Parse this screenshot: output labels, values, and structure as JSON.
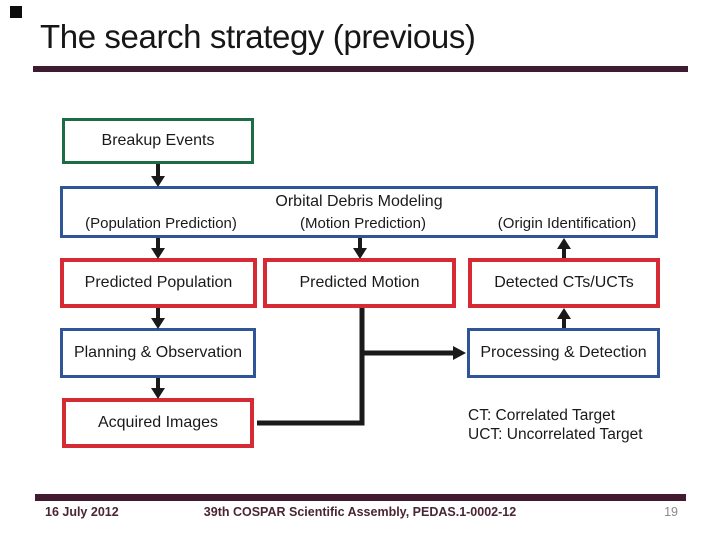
{
  "slide": {
    "title": "The search strategy (previous)"
  },
  "diagram": {
    "breakup_events": "Breakup Events",
    "modeling": {
      "title": "Orbital Debris Modeling",
      "population": "(Population Prediction)",
      "motion": "(Motion Prediction)",
      "origin": "(Origin Identification)"
    },
    "predicted_population": "Predicted Population",
    "predicted_motion": "Predicted Motion",
    "detected_cts_ucts": "Detected CTs/UCTs",
    "planning_observation": "Planning & Observation",
    "processing_detection": "Processing & Detection",
    "acquired_images": "Acquired Images",
    "legend": {
      "line1": "CT: Correlated Target",
      "line2": "UCT: Uncorrelated Target"
    }
  },
  "footer": {
    "date": "16 July 2012",
    "conference": "39th COSPAR Scientific Assembly, PEDAS.1-0002-12",
    "page_number": "19"
  },
  "colors": {
    "green_border": "#1e6c45",
    "blue_border": "#2f5597",
    "red_border": "#d62b35",
    "maroon_accent": "#3f1b30",
    "footer_text": "#4a2535",
    "page_number_gray": "#8a8a8a",
    "connector_black": "#1a1a1a"
  }
}
